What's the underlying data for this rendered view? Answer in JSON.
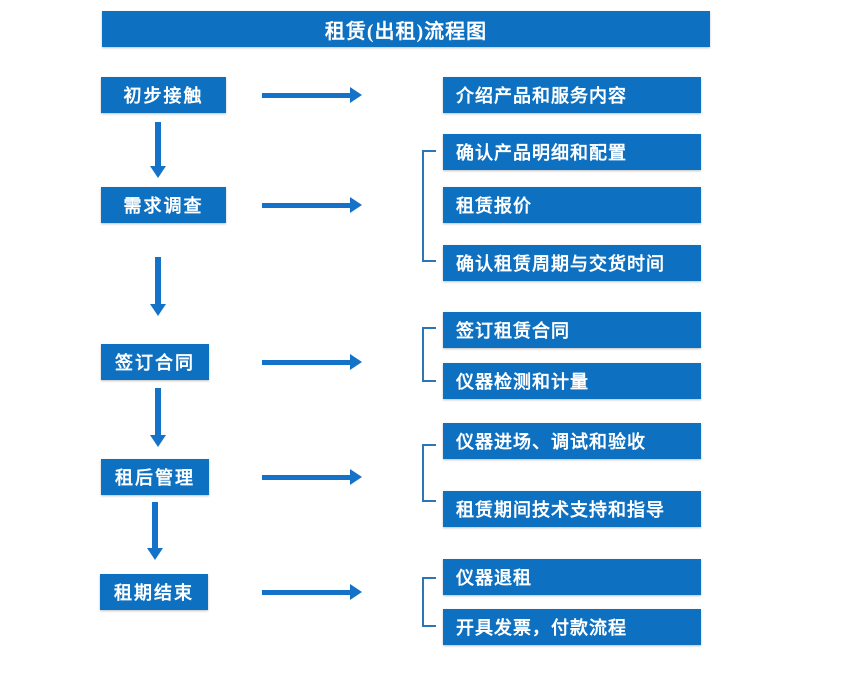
{
  "flow": {
    "title": "租赁(出租)流程图",
    "steps": [
      {
        "label": "初步接触",
        "details": [
          "介绍产品和服务内容"
        ]
      },
      {
        "label": "需求调查",
        "details": [
          "确认产品明细和配置",
          "租赁报价",
          "确认租赁周期与交货时间"
        ]
      },
      {
        "label": "签订合同",
        "details": [
          "签订租赁合同",
          "仪器检测和计量"
        ]
      },
      {
        "label": "租后管理",
        "details": [
          "仪器进场、调试和验收",
          "租赁期间技术支持和指导"
        ]
      },
      {
        "label": "租期结束",
        "details": [
          "仪器退租",
          "开具发票，付款流程"
        ]
      }
    ]
  },
  "colors": {
    "box_fill": "#0d70c1",
    "arrow": "#1473c9",
    "bracket": "#2e75b6",
    "text": "#ffffff",
    "background": "#ffffff"
  }
}
